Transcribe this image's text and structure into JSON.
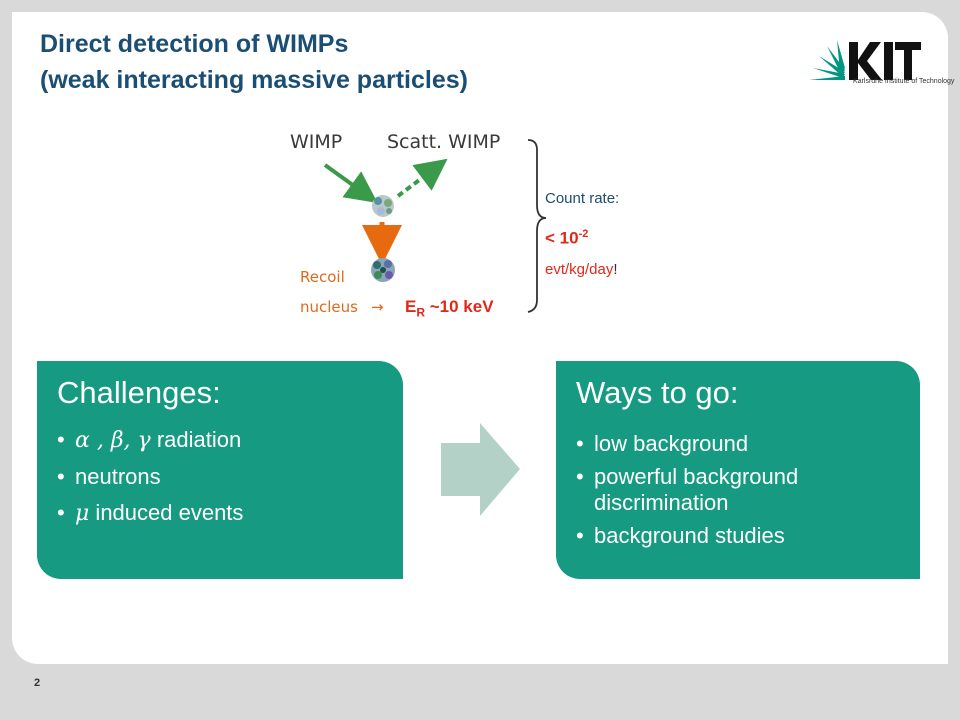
{
  "title": {
    "line1": "Direct detection of WIMPs",
    "line2": "(weak interacting massive particles)"
  },
  "logo": {
    "text": "KIT",
    "subtitle": "Karlsruhe Institute of Technology"
  },
  "diagram": {
    "wimp_label": "WIMP",
    "scatt_label": "Scatt. WIMP",
    "recoil_line1": "Recoil",
    "recoil_line2": "nucleus",
    "arrow": "→",
    "energy_main": "E",
    "energy_sub": "R",
    "energy_value": " ~10 keV",
    "count_rate_label": "Count rate:",
    "count_rate_value": "< 10",
    "count_rate_exp": "-2",
    "count_rate_unit": "evt/kg/day",
    "count_rate_excl": "!"
  },
  "challenges": {
    "heading": "Challenges:",
    "items": [
      {
        "greek": "α , β, γ",
        "text": " radiation"
      },
      {
        "greek": "",
        "text": "neutrons"
      },
      {
        "greek": "μ",
        "text": " induced events"
      }
    ]
  },
  "ways": {
    "heading": "Ways to go:",
    "items": [
      "low background",
      "powerful background",
      "discrimination",
      "background studies"
    ]
  },
  "page_number": "2",
  "colors": {
    "teal": "#169a82",
    "title_blue": "#1b4e75",
    "orange": "#e06a1b",
    "red": "#e0281a",
    "arrow_green": "#b3d1c6"
  }
}
